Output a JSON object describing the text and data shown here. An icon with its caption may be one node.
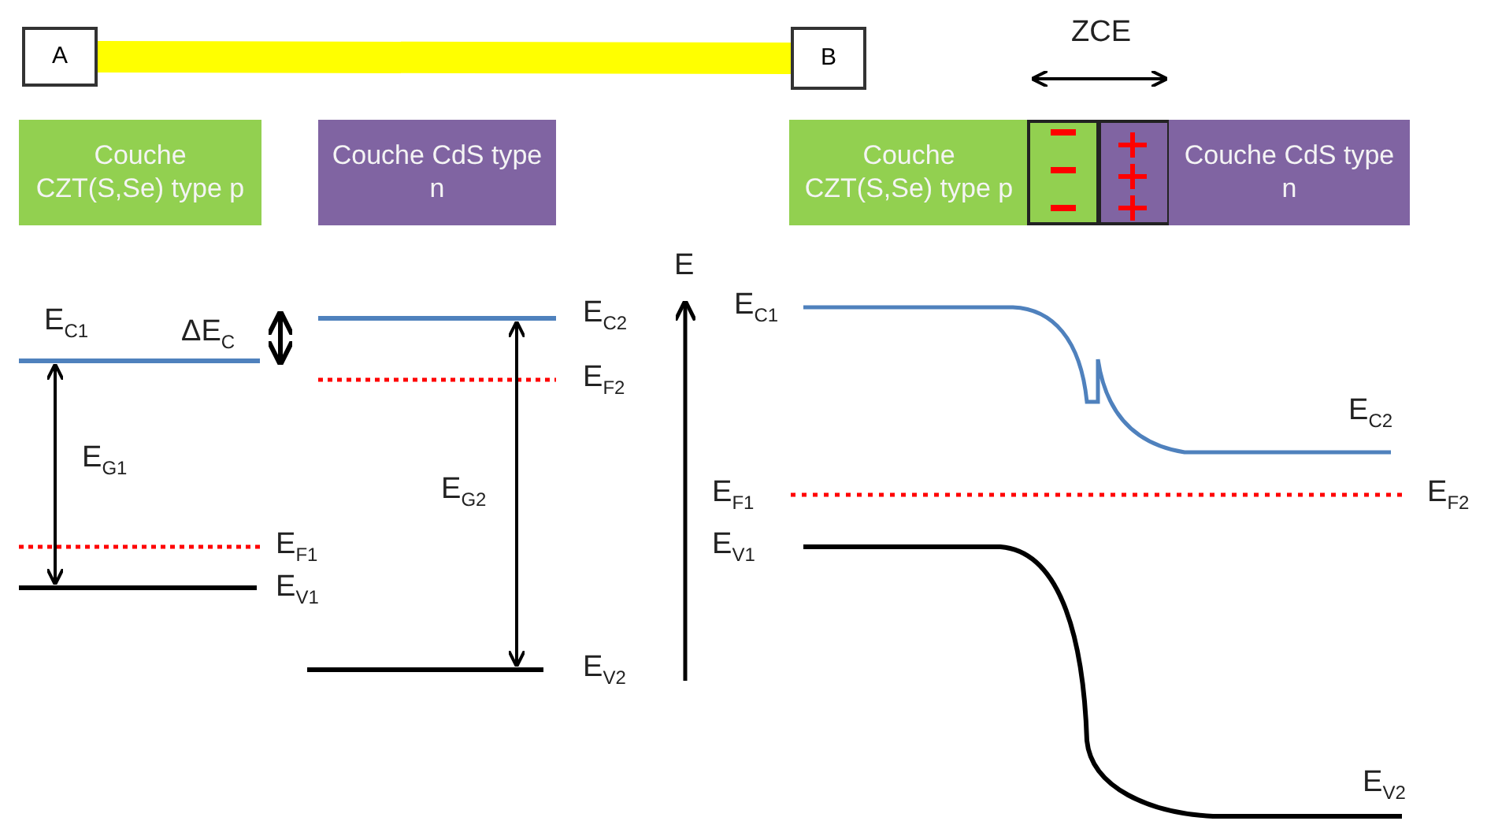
{
  "diagram": {
    "nodes": [
      {
        "text": [
          "A"
        ]
      },
      {
        "text": [
          "B"
        ]
      },
      {
        "text": [
          "Couche CZT(S,Se) type p"
        ]
      },
      {
        "text": [
          "Couche CdS type n"
        ]
      },
      {
        "text": [
          "Couche CZT(S,Se) type p"
        ]
      },
      {
        "text": [],
        "shape": "box"
      },
      {
        "text": [],
        "shape": "box"
      },
      {
        "text": [
          "Couche CdS type n"
        ]
      }
    ],
    "edges": [
      {
        "from": 0,
        "to": 1,
        "arrow": "none",
        "color": "#ffff00"
      }
    ],
    "labels": [
      "ZCE",
      "E$_{C1}$",
      "ΔE$_{C}$",
      "E$_{C2}$",
      "E$_{F2}$",
      "E$_{G1}$",
      "E$_{G2}$",
      "E$_{F1}$",
      "E$_{V1}$",
      "E$_{V2}$",
      "E",
      "E$_{C1}$",
      "E$_{C2}$",
      "E$_{F1}$",
      "E$_{F2}$",
      "E$_{V1}$",
      "E$_{V2}$"
    ]
  }
}
